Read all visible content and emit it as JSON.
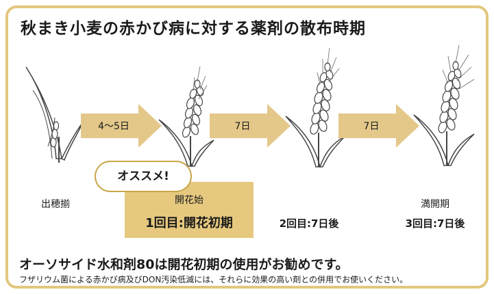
{
  "title": "秋まき小麦の赤かび病に対する薬剤の散布時期",
  "arrows": [
    {
      "label": "4〜5日"
    },
    {
      "label": "7日"
    },
    {
      "label": "7日"
    }
  ],
  "stages": [
    {
      "name": "出穂揃",
      "timing": ""
    },
    {
      "name": "開花始",
      "timing": "1回目:開花初期"
    },
    {
      "name": "",
      "timing": "2回目:7日後"
    },
    {
      "name": "満開期",
      "timing": "3回目:7日後"
    }
  ],
  "badge": "オススメ!",
  "footer": {
    "main": "オーソサイド水和剤80は開花初期の使用がお勧めです。",
    "sub": "フザリウム菌による赤かび病及びDON汚染低減には、それらに効果の高い剤との併用でお使いください。"
  },
  "colors": {
    "accent": "#e3c77e",
    "highlight": "#e6c97f",
    "arrow": "#e3c88a"
  },
  "icons": [
    "wheat-plant-icon",
    "right-arrow-icon"
  ]
}
